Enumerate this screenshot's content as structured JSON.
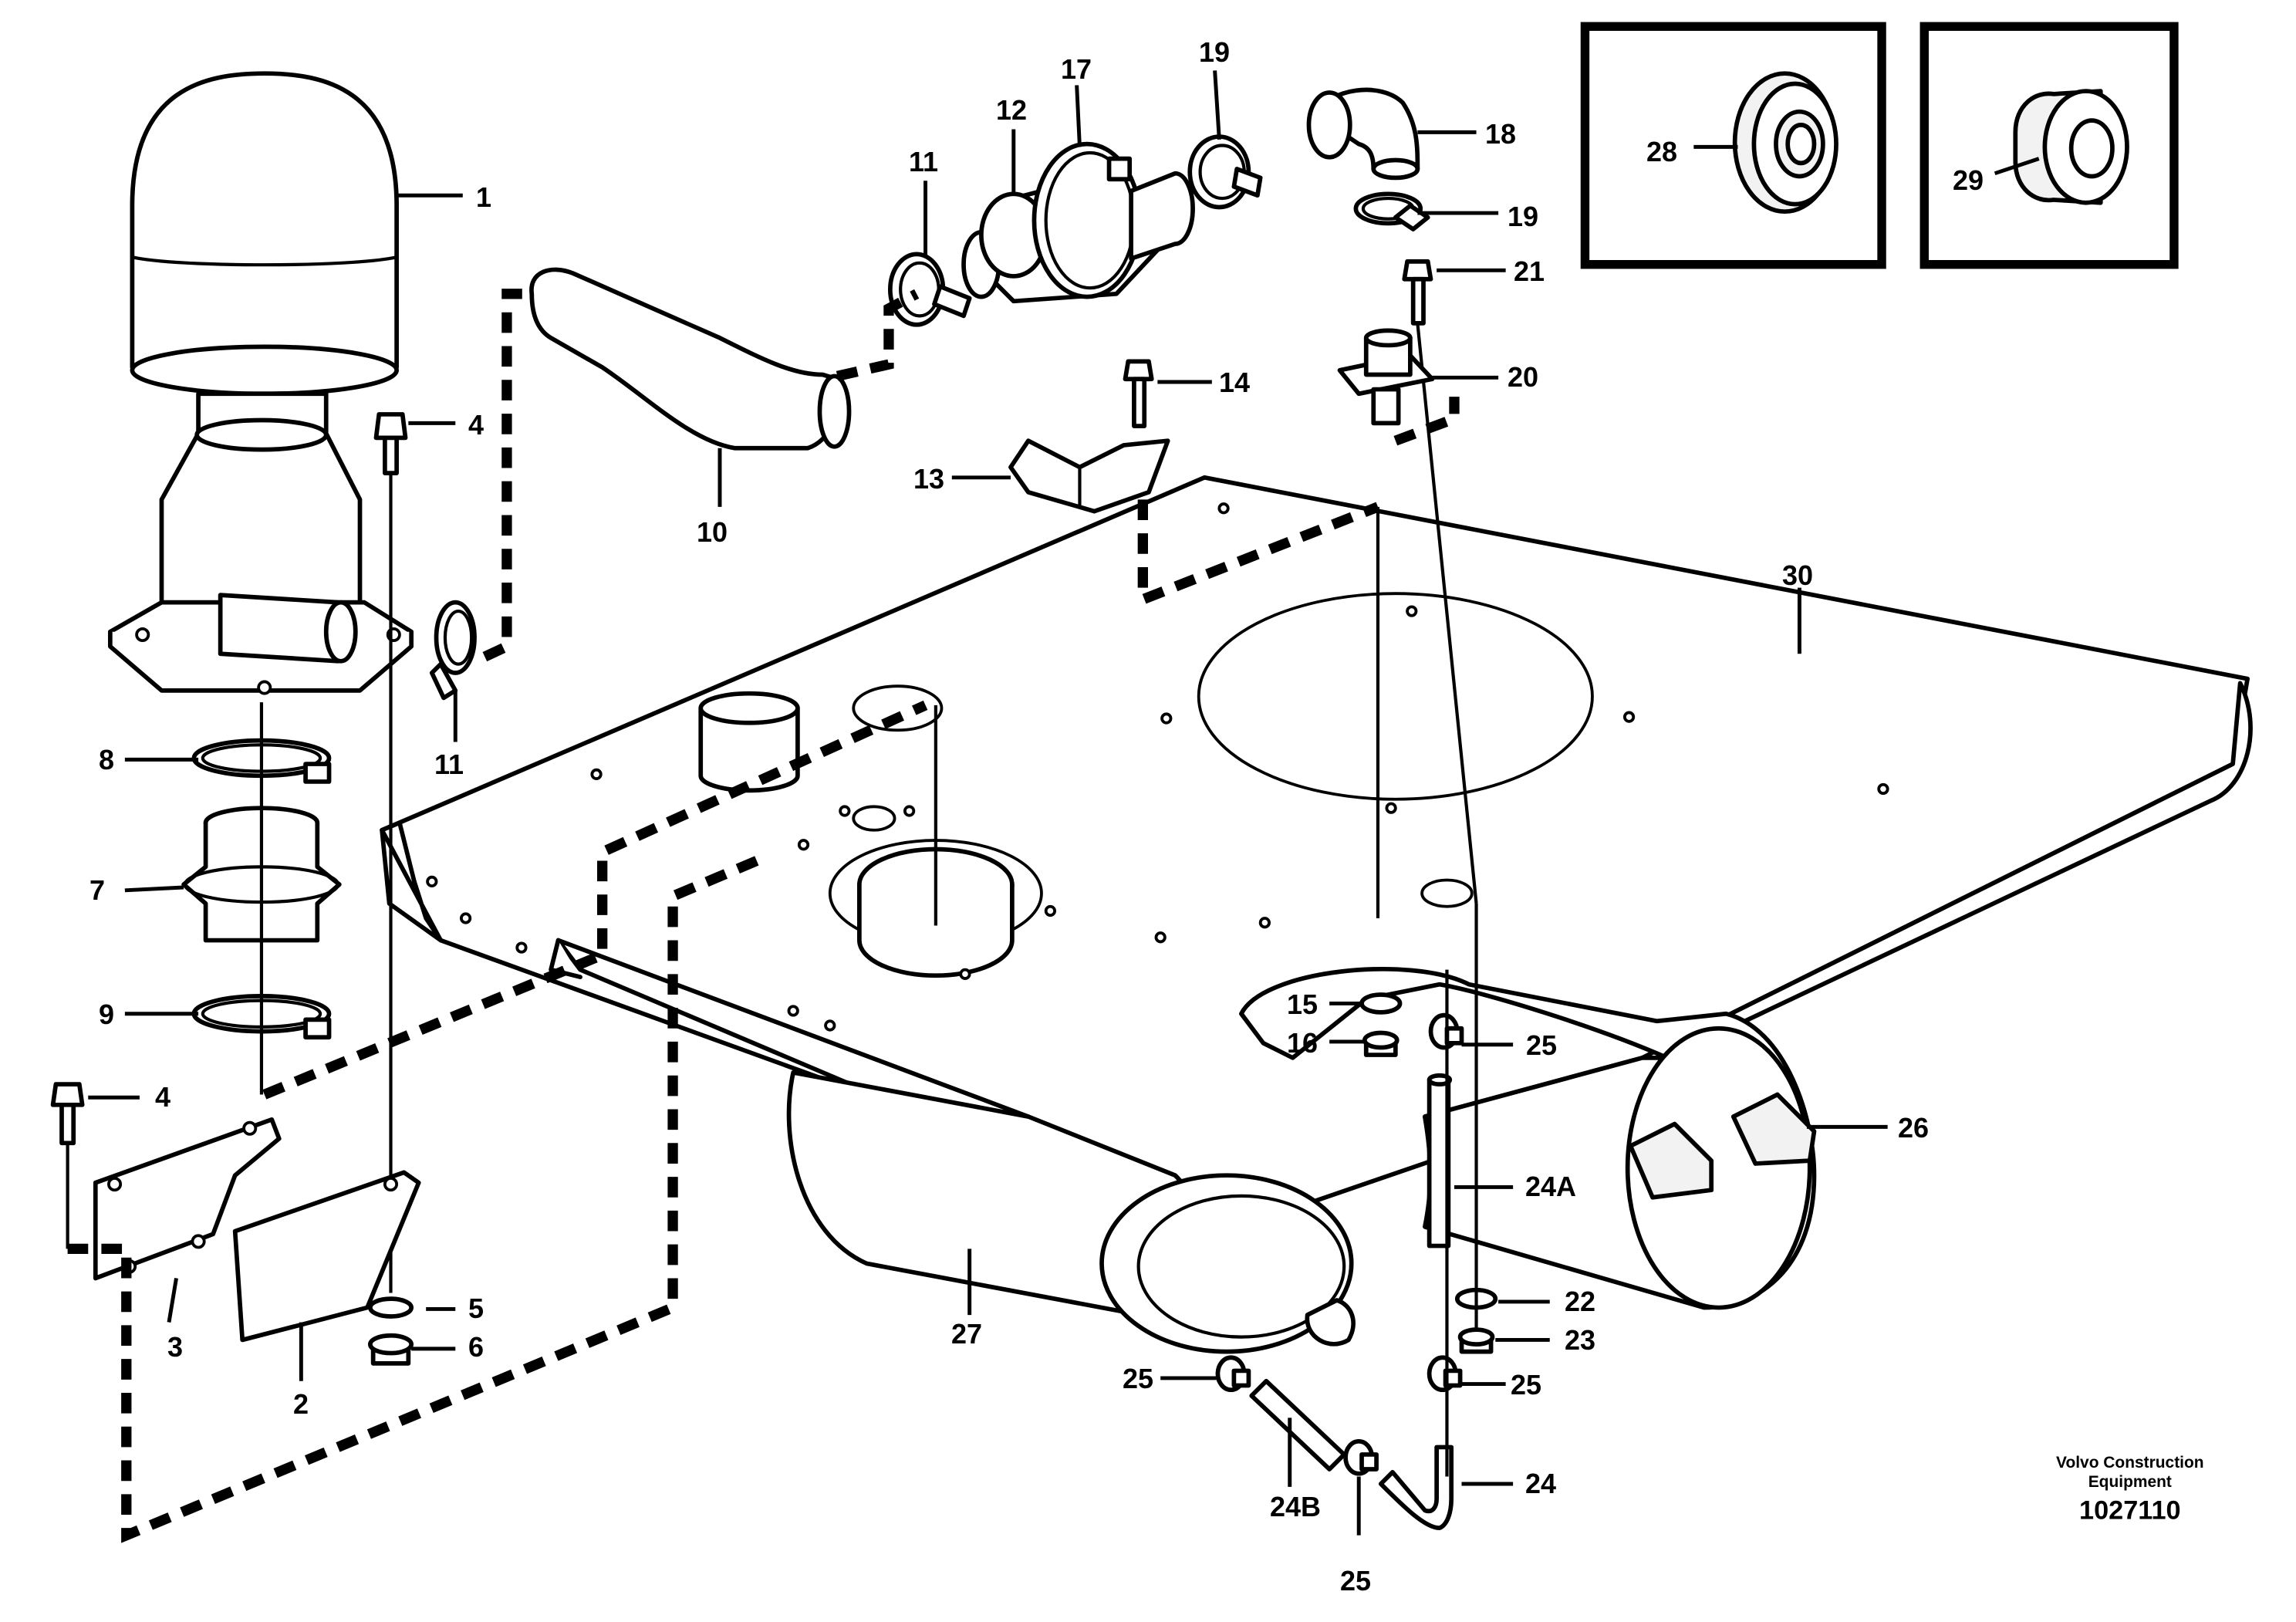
{
  "callouts": {
    "c1": "1",
    "c2": "2",
    "c3": "3",
    "c4a": "4",
    "c4b": "4",
    "c5": "5",
    "c6": "6",
    "c7": "7",
    "c8": "8",
    "c9": "9",
    "c10": "10",
    "c11a": "11",
    "c11b": "11",
    "c12": "12",
    "c13": "13",
    "c14": "14",
    "c15": "15",
    "c16": "16",
    "c17": "17",
    "c18": "18",
    "c19a": "19",
    "c19b": "19",
    "c20": "20",
    "c21": "21",
    "c22": "22",
    "c23": "23",
    "c24": "24",
    "c24a": "24A",
    "c24b": "24B",
    "c25a": "25",
    "c25b": "25",
    "c25c": "25",
    "c25d": "25",
    "c26": "26",
    "c27": "27",
    "c28": "28",
    "c29": "29",
    "c30": "30"
  },
  "footer": {
    "brand_line1": "Volvo Construction",
    "brand_line2": "Equipment",
    "doc_number": "1027110"
  }
}
